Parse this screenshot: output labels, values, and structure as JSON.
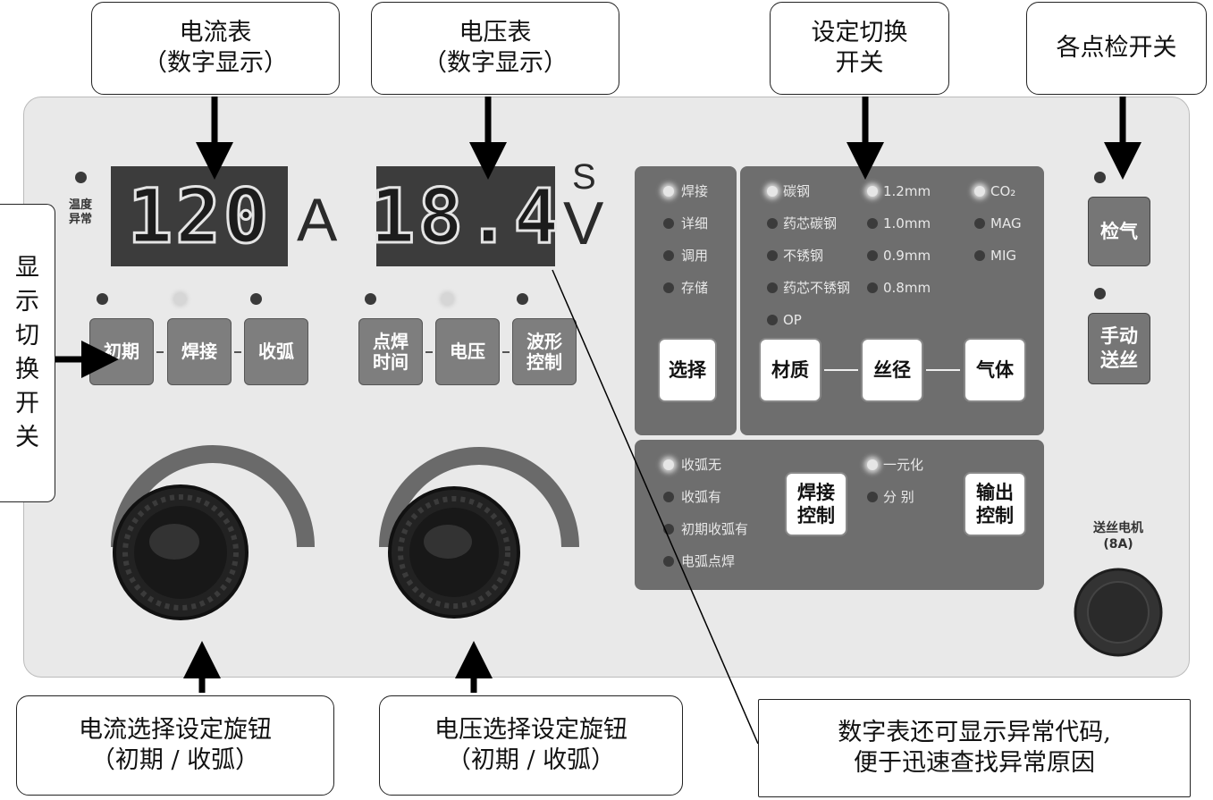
{
  "callouts": {
    "ammeter": {
      "line1": "电流表",
      "line2": "（数字显示）"
    },
    "voltmeter": {
      "line1": "电压表",
      "line2": "（数字显示）"
    },
    "setting_switch": {
      "line1": "设定切换",
      "line2": "开关"
    },
    "check_switch": {
      "line1": "各点检开关"
    },
    "display_switch": {
      "chars": [
        "显",
        "示",
        "切",
        "换",
        "开",
        "关"
      ]
    },
    "current_knob": {
      "line1": "电流选择设定旋钮",
      "line2": "（初期 / 收弧）"
    },
    "voltage_knob": {
      "line1": "电压选择设定旋钮",
      "line2": "（初期 / 收弧）"
    },
    "error_code": {
      "line1": "数字表还可显示异常代码,",
      "line2": "便于迅速查找异常原因"
    }
  },
  "panel": {
    "temp_alarm": "温度\n异常",
    "ammeter_value": "120",
    "ammeter_unit": "A",
    "voltmeter_value": "18.4",
    "voltmeter_unit": "V",
    "voltmeter_sub": "S",
    "left_buttons": [
      "初期",
      "焊接",
      "收弧"
    ],
    "mid_buttons": [
      "点焊\n时间",
      "电压",
      "波形\n控制"
    ],
    "left_leds_on": [
      false,
      true,
      false
    ],
    "mid_leds_on": [
      false,
      true,
      false
    ],
    "mode_group": {
      "items": [
        {
          "label": "焊接",
          "on": true
        },
        {
          "label": "详细",
          "on": false
        },
        {
          "label": "调用",
          "on": false
        },
        {
          "label": "存储",
          "on": false
        }
      ],
      "button": "选择"
    },
    "material_group": {
      "materials": [
        {
          "label": "碳钢",
          "on": true
        },
        {
          "label": "药芯碳钢",
          "on": false
        },
        {
          "label": "不锈钢",
          "on": false
        },
        {
          "label": "药芯不锈钢",
          "on": false
        },
        {
          "label": "OP",
          "on": false
        }
      ],
      "wires": [
        {
          "label": "1.2mm",
          "on": true
        },
        {
          "label": "1.0mm",
          "on": false
        },
        {
          "label": "0.9mm",
          "on": false
        },
        {
          "label": "0.8mm",
          "on": false
        }
      ],
      "gases": [
        {
          "label": "CO₂",
          "on": true
        },
        {
          "label": "MAG",
          "on": false
        },
        {
          "label": "MIG",
          "on": false
        }
      ],
      "buttons": [
        "材质",
        "丝径",
        "气体"
      ]
    },
    "weld_group": {
      "crater": [
        {
          "label": "收弧无",
          "on": true
        },
        {
          "label": "收弧有",
          "on": false
        },
        {
          "label": "初期收弧有",
          "on": false
        },
        {
          "label": "电弧点焊",
          "on": false
        }
      ],
      "weld_button": "焊接\n控制",
      "unify": [
        {
          "label": "一元化",
          "on": true
        },
        {
          "label": "分  别",
          "on": false
        }
      ],
      "output_button": "输出\n控制"
    },
    "gas_check_button": "检气",
    "inch_button": "手动\n送丝",
    "motor_label": "送丝电机\n(8A)"
  }
}
